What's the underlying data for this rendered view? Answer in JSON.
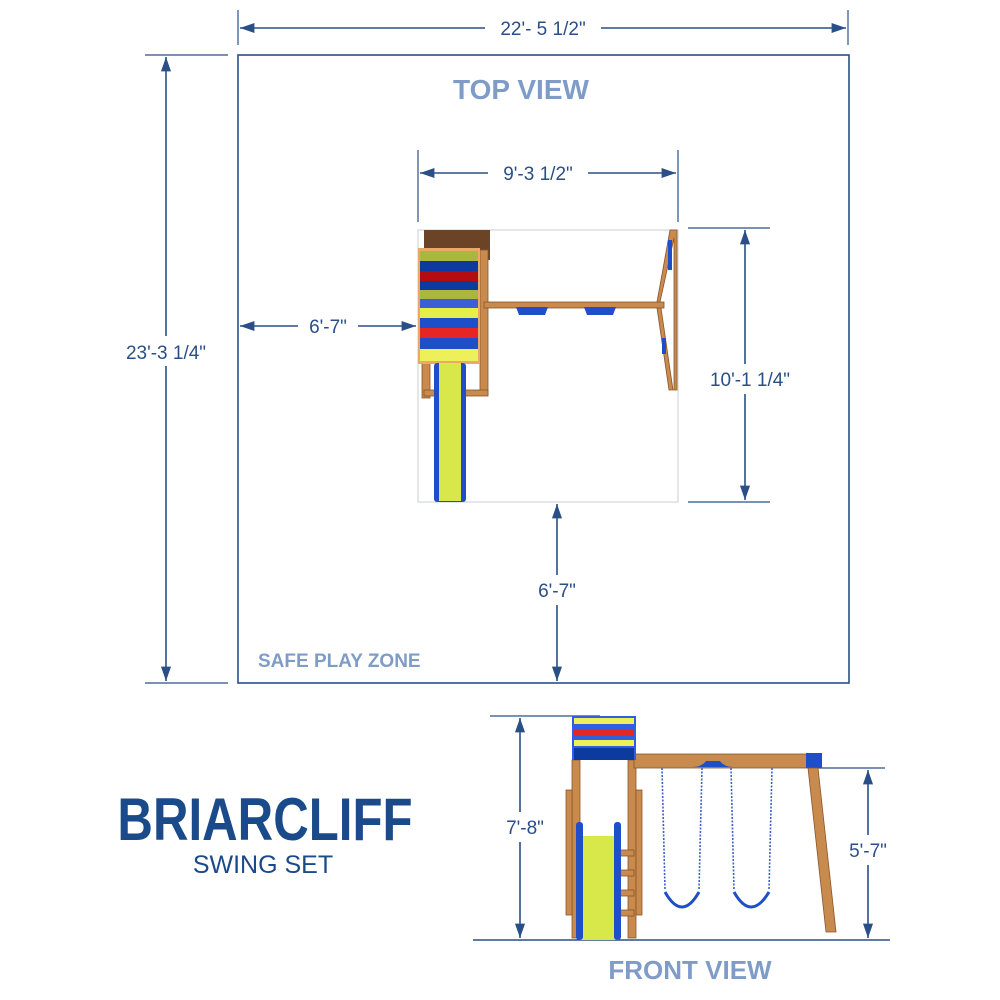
{
  "product": {
    "name": "BRIARCLIFF",
    "subtitle": "SWING SET"
  },
  "top_view": {
    "title": "TOP VIEW",
    "zone_label": "SAFE PLAY ZONE",
    "overall_width": "22'- 5 1/2\"",
    "overall_depth": "23'-3 1/4\"",
    "set_width": "9'-3 1/2\"",
    "set_depth": "10'-1 1/4\"",
    "side_clearance": "6'-7\"",
    "front_clearance": "6'-7\""
  },
  "front_view": {
    "title": "FRONT VIEW",
    "overall_height": "7'-8\"",
    "beam_height": "5'-7\""
  },
  "colors": {
    "dimension": "#2a4f86",
    "title": "#7f9cc8",
    "brand": "#1b4a8a"
  }
}
